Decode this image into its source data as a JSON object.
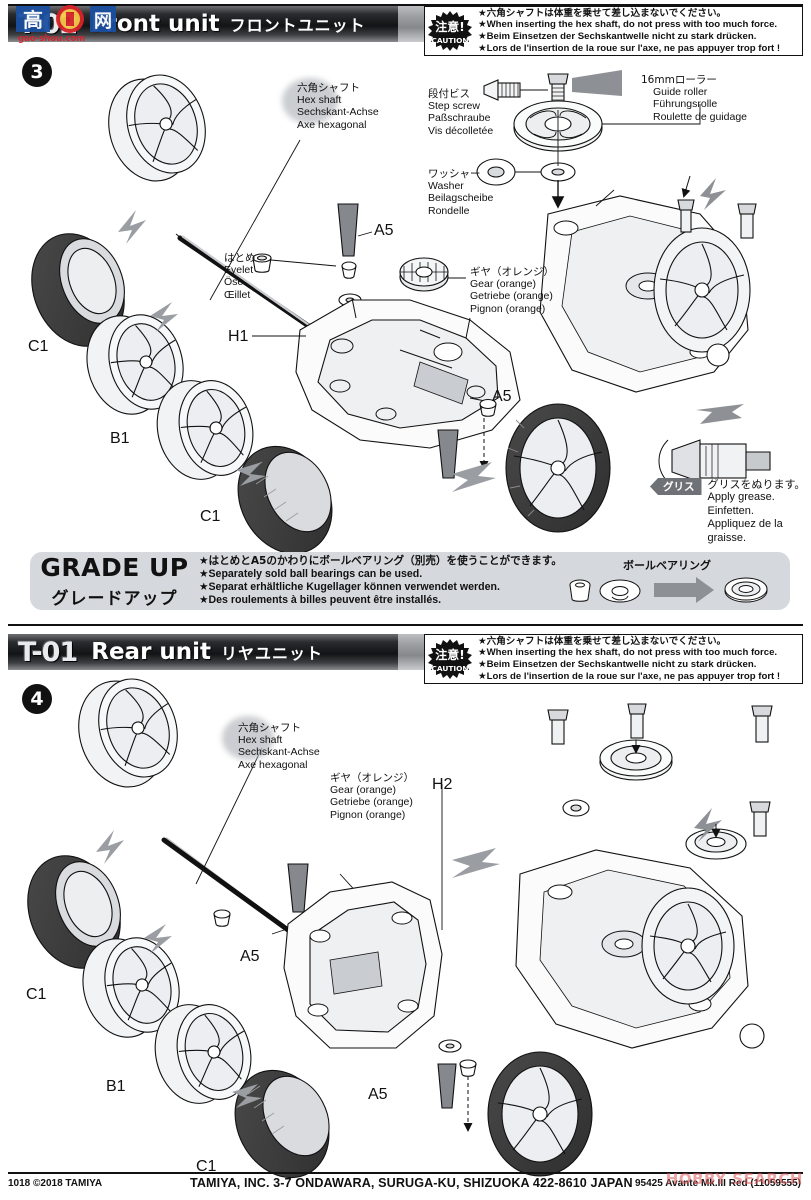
{
  "document": {
    "kit_number": "95425",
    "kit_name": "Avante Mk.III Red (11059555)",
    "copyright": "1018 ©2018 TAMIYA",
    "address": "TAMIYA, INC.  3-7 ONDAWARA, SURUGA-KU, SHIZUOKA 422-8610 JAPAN",
    "watermark_hobby": "HOBBY SEARCH",
    "watermark_logo_text": "高手网 gao-shou.com"
  },
  "sections": [
    {
      "code": "T-02",
      "title_en": "Front unit",
      "title_jp": "フロントユニット",
      "step": "3",
      "caution": {
        "seal_jp": "注意！",
        "seal_en": "CAUTION",
        "lines": [
          "★六角シャフトは体重を乗せて差し込まないでください。",
          "★When inserting the hex shaft, do not press with too much force.",
          "★Beim Einsetzen der Sechskantwelle nicht zu stark drücken.",
          "★Lors de l'insertion de la roue sur l'axe, ne pas appuyer trop fort !"
        ]
      },
      "labels": [
        {
          "name": "hex-shaft",
          "lines": [
            "六角シャフト",
            "Hex shaft",
            "Sechskant-Achse",
            "Axe hexagonal"
          ]
        },
        {
          "name": "eyelet",
          "lines": [
            "はとめ",
            "Eyelet",
            "Öse",
            "Œillet"
          ]
        },
        {
          "name": "gear-orange",
          "lines": [
            "ギヤ（オレンジ）",
            "Gear (orange)",
            "Getriebe (orange)",
            "Pignon (orange)"
          ]
        },
        {
          "name": "step-screw",
          "lines": [
            "段付ビス",
            "Step screw",
            "Paßschraube",
            "Vis décolletée"
          ]
        },
        {
          "name": "washer",
          "lines": [
            "ワッシャー",
            "Washer",
            "Beilagscheibe",
            "Rondelle"
          ]
        },
        {
          "name": "guide-roller",
          "lines": [
            "16mmローラー",
            "Guide roller",
            "Führungsrolle",
            "Roulette de guidage"
          ]
        }
      ],
      "part_codes": [
        "C1",
        "B1",
        "C1",
        "H1",
        "A5",
        "A5"
      ],
      "grease": {
        "tag": "グリス",
        "lines": [
          "グリスをぬります。",
          "Apply grease.",
          "Einfetten.",
          "Appliquez de la",
          "graisse."
        ]
      }
    },
    {
      "code": "T-01",
      "title_en": "Rear unit",
      "title_jp": "リヤユニット",
      "step": "4",
      "caution": {
        "seal_jp": "注意！",
        "seal_en": "CAUTION",
        "lines": [
          "★六角シャフトは体重を乗せて差し込まないでください。",
          "★When inserting the hex shaft, do not press with too much force.",
          "★Beim Einsetzen der Sechskantwelle nicht zu stark drücken.",
          "★Lors de l'insertion de la roue sur l'axe, ne pas appuyer trop fort !"
        ]
      },
      "labels": [
        {
          "name": "hex-shaft",
          "lines": [
            "六角シャフト",
            "Hex shaft",
            "Sechskant-Achse",
            "Axe hexagonal"
          ]
        },
        {
          "name": "gear-orange",
          "lines": [
            "ギヤ（オレンジ）",
            "Gear (orange)",
            "Getriebe (orange)",
            "Pignon (orange)"
          ]
        }
      ],
      "part_codes": [
        "C1",
        "B1",
        "C1",
        "H2",
        "A5",
        "A5"
      ]
    }
  ],
  "grade_up": {
    "title_en": "GRADE UP",
    "title_jp": "グレードアップ",
    "lines": [
      "★はとめとA5のかわりにボールベアリング（別売）を使うことができます。",
      "★Separately sold ball bearings can be used.",
      "★Separat erhältliche Kugellager können verwendet werden.",
      "★Des roulements à billes peuvent être installés."
    ],
    "ball_bearing_caption": "ボールベアリング"
  },
  "colors": {
    "ink": "#111111",
    "panel_grey": "#d5d8dc",
    "metal_dark": "#2a2c2f",
    "tire_black": "#3a3a3a",
    "arrow_grey": "#8d9095",
    "watermark_red": "#e05a5a"
  }
}
